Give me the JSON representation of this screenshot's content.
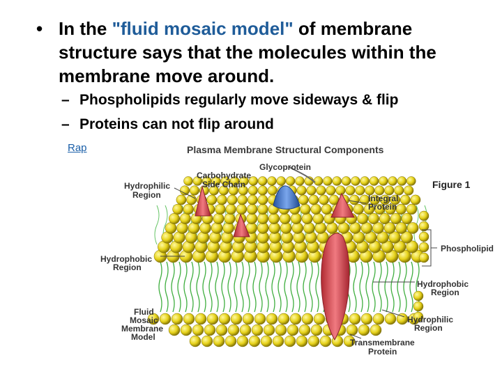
{
  "main_bullet": {
    "symbol": "•",
    "prefix": "In the ",
    "highlight": "\"fluid mosaic model\"",
    "suffix": " of membrane structure says that the molecules within the membrane move around."
  },
  "sub_bullets": [
    {
      "dash": "–",
      "text": "Phospholipids regularly move sideways & flip"
    },
    {
      "dash": "–",
      "text": "Proteins can not flip around"
    }
  ],
  "link_text": "Rap",
  "figure": {
    "title": "Plasma Membrane Structural Components",
    "figure_label": "Figure 1",
    "labels": {
      "glycoprotein": "Glycoprotein",
      "carbohydrate_1": "Carbohydrate",
      "carbohydrate_2": "Side Chain",
      "hydrophilic_top_1": "Hydrophilic",
      "hydrophilic_top_2": "Region",
      "integral_1": "Integral",
      "integral_2": "Protein",
      "phospholipid": "Phospholipid",
      "hydrophobic_left_1": "Hydrophobic",
      "hydrophobic_left_2": "Region",
      "hydrophobic_right_1": "Hydrophobic",
      "hydrophobic_right_2": "Region",
      "fluid_1": "Fluid",
      "fluid_2": "Mosaic",
      "fluid_3": "Membrane",
      "fluid_4": "Model",
      "hydrophilic_bottom_1": "Hydrophilic",
      "hydrophilic_bottom_2": "Region",
      "transmembrane_1": "Transmembrane",
      "transmembrane_2": "Protein"
    },
    "colors": {
      "head": "#e6d21a",
      "tail": "#3fae3f",
      "protein_red": "#d8404a",
      "protein_blue": "#3e72c8"
    }
  }
}
